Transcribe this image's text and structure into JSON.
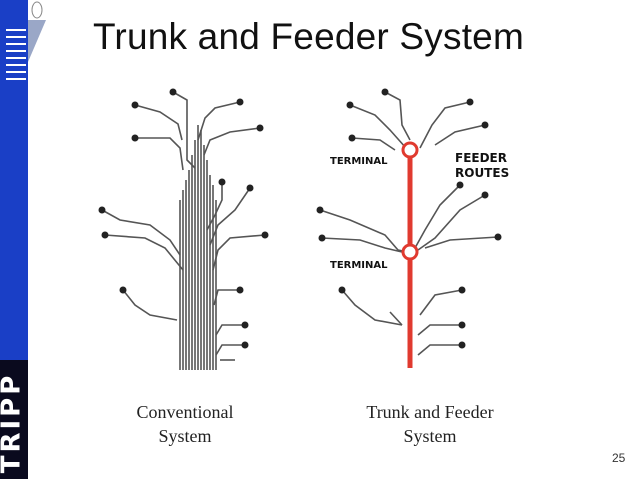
{
  "slide": {
    "title": "Trunk and Feeder System",
    "page_number": "25"
  },
  "sidebar": {
    "brand": "TRIPP",
    "colors": {
      "blue": "#1a3fc6",
      "dark": "#0a0a1e"
    }
  },
  "diagrams": {
    "conventional": {
      "caption_line1": "Conventional",
      "caption_line2": "System"
    },
    "trunk_feeder": {
      "caption_line1": "Trunk and Feeder",
      "caption_line2": "System",
      "terminal_top": "TERMINAL",
      "terminal_bottom": "TERMINAL",
      "feeder_line1": "FEEDER",
      "feeder_line2": "ROUTES",
      "trunk_color": "#e03a2f"
    }
  }
}
